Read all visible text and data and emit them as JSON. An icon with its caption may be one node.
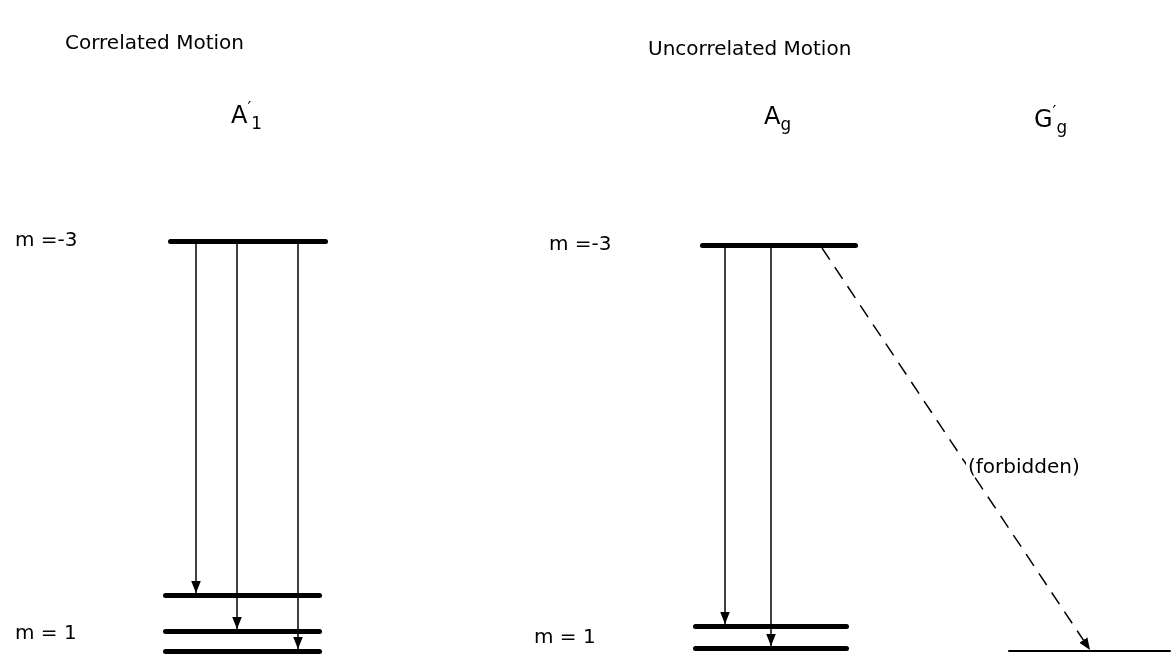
{
  "diagram": {
    "nodes": [
      {
        "text": [],
        "shape": "bar"
      },
      {
        "text": [],
        "shape": "bar"
      },
      {
        "text": [],
        "shape": "bar"
      },
      {
        "text": [],
        "shape": "bar"
      },
      {
        "text": [],
        "shape": "bar"
      },
      {
        "text": [],
        "shape": "bar"
      },
      {
        "text": [],
        "shape": "bar"
      },
      {
        "text": [],
        "shape": "bar"
      }
    ],
    "edges": [
      {
        "from": 0,
        "to": 1,
        "arrow": "to"
      },
      {
        "from": 0,
        "to": 2,
        "arrow": "to"
      },
      {
        "from": 0,
        "to": 3,
        "arrow": "to"
      },
      {
        "from": 4,
        "to": 5,
        "arrow": "to"
      },
      {
        "from": 4,
        "to": 6,
        "arrow": "to"
      },
      {
        "from": 4,
        "to": 7,
        "arrow": "to",
        "style": "dashed",
        "label": "(forbidden)"
      }
    ],
    "labels": [
      "Correlated Motion",
      "Uncorrelated Motion",
      "A$^{′}$$_{1}$",
      "A$_{g}$",
      "G$^{′}$$_{g}$",
      "m =-3",
      "m =-3",
      "m = 1",
      "m = 1"
    ]
  }
}
